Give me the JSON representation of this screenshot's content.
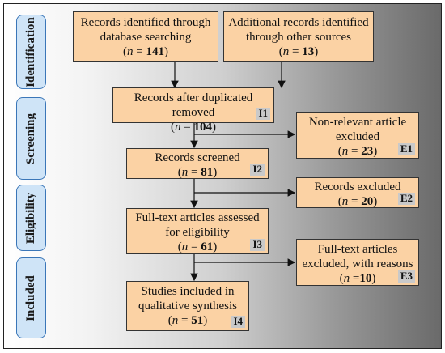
{
  "stages": {
    "identification": "Identification",
    "screening": "Screening",
    "eligibility": "Eligibility",
    "included": "Included"
  },
  "boxes": {
    "db_search": {
      "text": "Records identified through database searching",
      "n": "141"
    },
    "other_sources": {
      "text": "Additional records identified through other sources",
      "n": "13"
    },
    "duplicates_removed": {
      "text": "Records after duplicated removed",
      "n": "104",
      "tag": "I1"
    },
    "non_relevant": {
      "text": "Non-relevant article excluded",
      "n": "23",
      "tag": "E1"
    },
    "screened": {
      "text": "Records screened",
      "n": "81",
      "tag": "I2"
    },
    "records_excluded": {
      "text": "Records excluded",
      "n": "20",
      "tag": "E2"
    },
    "fulltext_assessed": {
      "text": "Full-text articles assessed for eligibility",
      "n": "61",
      "tag": "I3"
    },
    "fulltext_excluded": {
      "text": "Full-text articles excluded, with reasons",
      "n": "10",
      "tag": "E3"
    },
    "included": {
      "text": "Studies included in qualitative synthesis",
      "n": "51",
      "tag": "I4"
    }
  },
  "labels": {
    "n_eq": "n",
    "open": "(",
    "close": ")",
    "eq": " = "
  }
}
